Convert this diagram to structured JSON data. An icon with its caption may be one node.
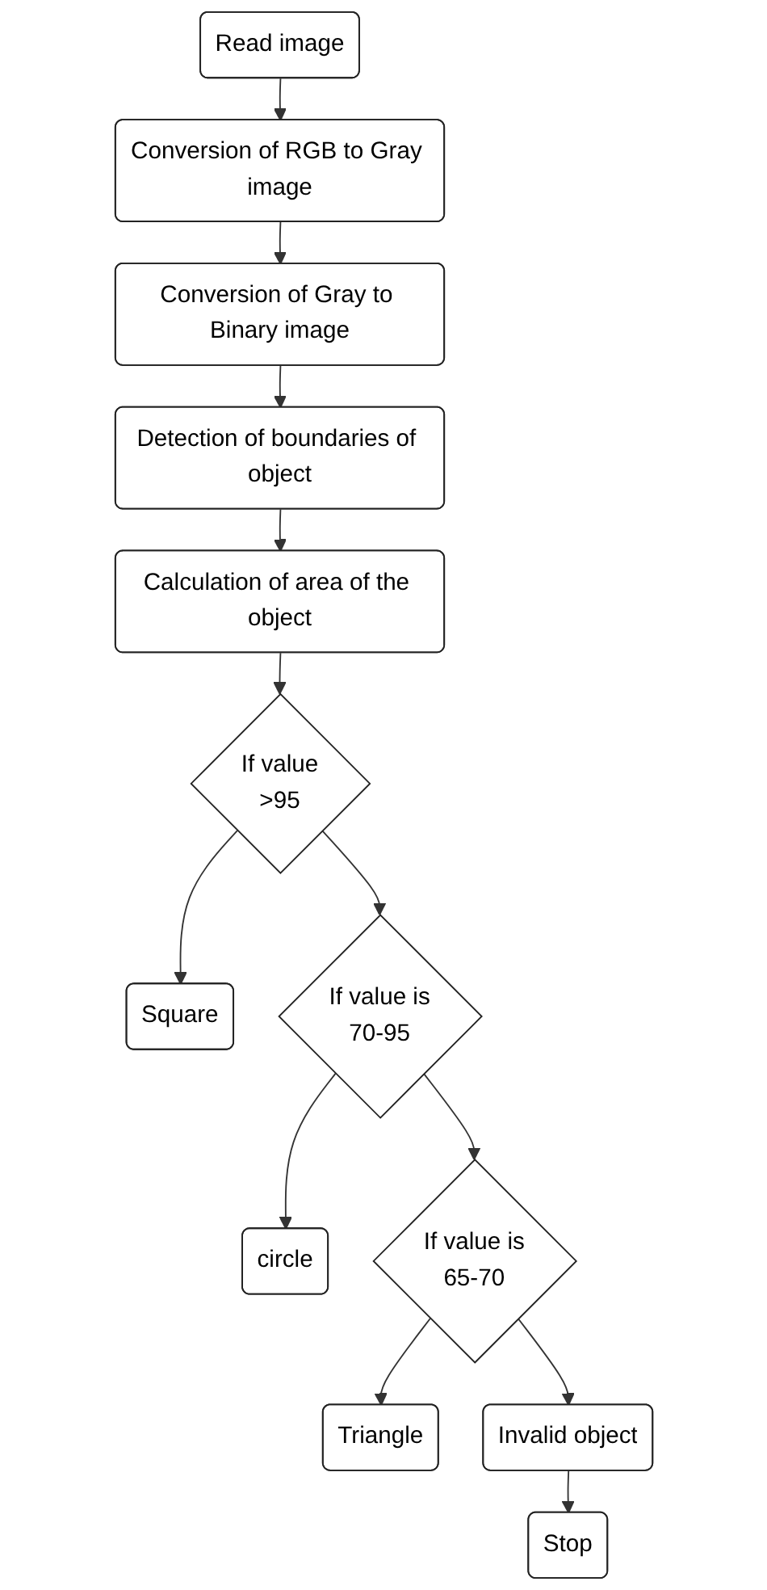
{
  "diagram": {
    "nodes": [
      {
        "text": [
          "Read image"
        ]
      },
      {
        "text": [
          "Conversion of RGB to Gray image"
        ]
      },
      {
        "text": [
          "Conversion of Gray to Binary image"
        ]
      },
      {
        "text": [
          "Detection of boundaries of object"
        ]
      },
      {
        "text": [
          "Calculation of area of the object"
        ]
      },
      {
        "text": [
          "If value",
          ">95"
        ]
      },
      {
        "text": [
          "Square"
        ]
      },
      {
        "text": [
          "If value is",
          "70-95"
        ]
      },
      {
        "text": [
          "circle"
        ]
      },
      {
        "text": [
          "If value is",
          "65-70"
        ]
      },
      {
        "text": [
          "Triangle"
        ]
      },
      {
        "text": [
          "Invalid object"
        ]
      },
      {
        "text": [
          "Stop"
        ]
      }
    ],
    "edges": [
      {
        "from": 0,
        "to": 1,
        "arrow": "to"
      },
      {
        "from": 1,
        "to": 2,
        "arrow": "to"
      },
      {
        "from": 2,
        "to": 3,
        "arrow": "to"
      },
      {
        "from": 3,
        "to": 4,
        "arrow": "to"
      },
      {
        "from": 4,
        "to": 5,
        "arrow": "to"
      },
      {
        "from": 5,
        "to": 6,
        "arrow": "to"
      },
      {
        "from": 5,
        "to": 7,
        "arrow": "to"
      },
      {
        "from": 7,
        "to": 8,
        "arrow": "to"
      },
      {
        "from": 7,
        "to": 9,
        "arrow": "to"
      },
      {
        "from": 9,
        "to": 10,
        "arrow": "to"
      },
      {
        "from": 9,
        "to": 11,
        "arrow": "to"
      },
      {
        "from": 11,
        "to": 12,
        "arrow": "to"
      }
    ]
  }
}
